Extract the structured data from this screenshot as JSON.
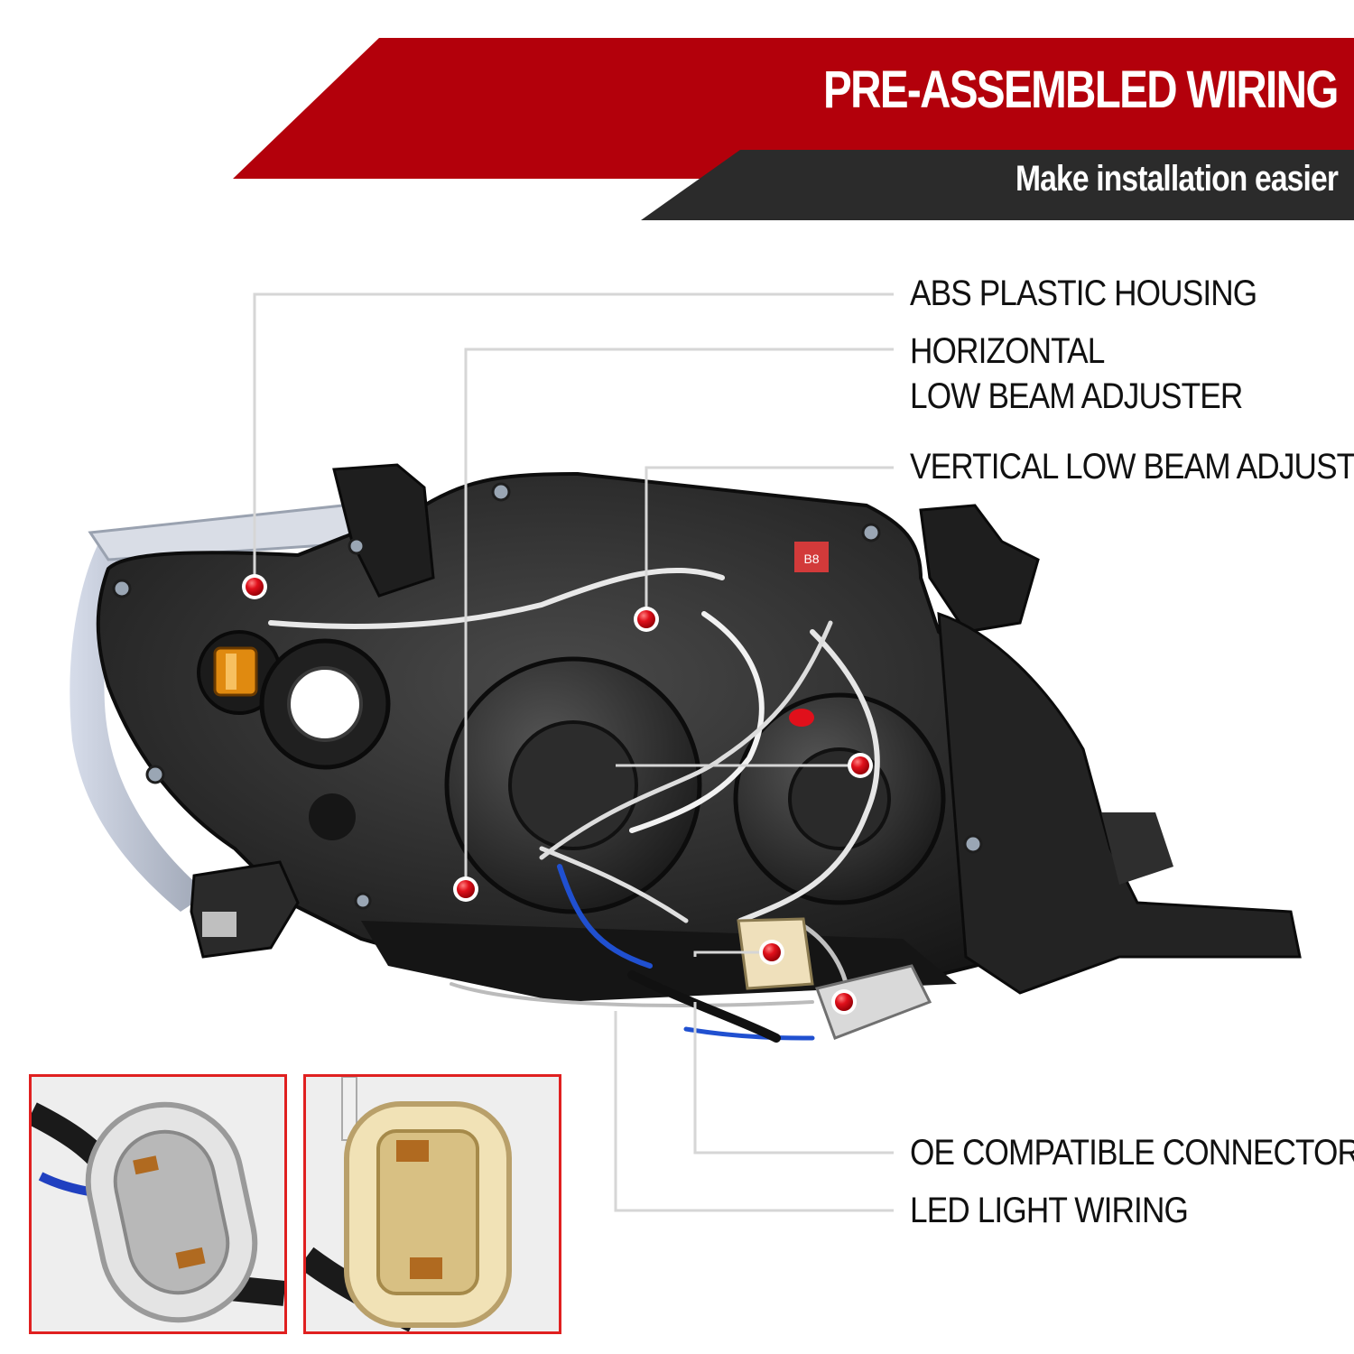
{
  "header": {
    "title": "PRE-ASSEMBLED WIRING",
    "subtitle": "Make installation easier"
  },
  "callouts": [
    {
      "lines": [
        "ABS PLASTIC HOUSING"
      ]
    },
    {
      "lines": [
        "HORIZONTAL",
        "LOW BEAM ADJUSTER"
      ]
    },
    {
      "lines": [
        "VERTICAL LOW BEAM ADJUSTER"
      ]
    },
    {
      "lines": [
        "OE COMPATIBLE CONNECTORS"
      ]
    },
    {
      "lines": [
        "LED LIGHT WIRING"
      ]
    }
  ],
  "colors": {
    "header_red": "#b3000b",
    "header_dark": "#2b2b2b",
    "marker_red": "#e0101b",
    "leader_gray": "#d6d6d6",
    "inset_border": "#e02020"
  },
  "product_label": "B8"
}
